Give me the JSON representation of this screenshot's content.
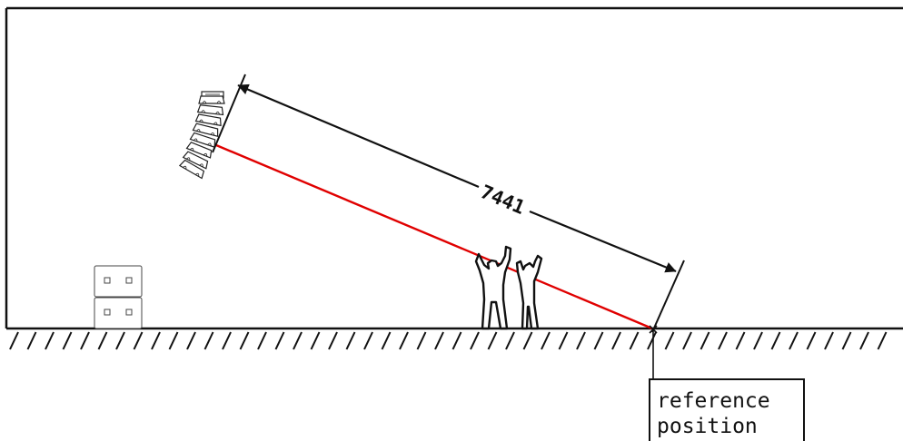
{
  "dimension": {
    "value_label": "7441"
  },
  "reference": {
    "line1": "reference",
    "line2": "position"
  },
  "colors": {
    "ink": "#111111",
    "aim_line": "#e00000",
    "background": "#ffffff"
  }
}
